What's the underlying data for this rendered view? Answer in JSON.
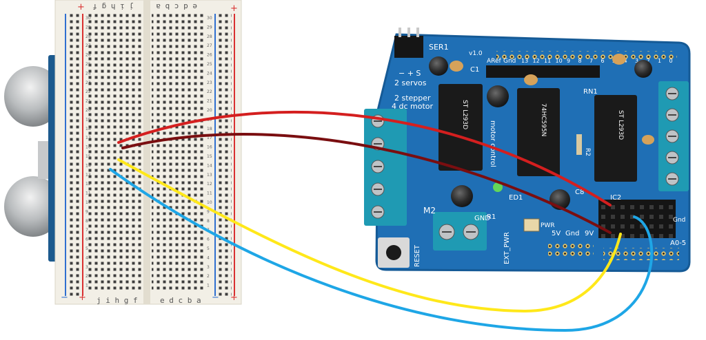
{
  "breadboard": {
    "letters_left": "j i h g f",
    "letters_right": "e d c b a",
    "row_numbers_top": [
      "30",
      "29",
      "28",
      "27",
      "26",
      "25",
      "24",
      "23",
      "22",
      "21",
      "20",
      "19",
      "18",
      "17",
      "16",
      "15",
      "14",
      "13",
      "12",
      "11",
      "10",
      "9",
      "8",
      "7",
      "6",
      "5",
      "4",
      "3",
      "2",
      "1"
    ],
    "plus": "+",
    "minus": "−"
  },
  "shield": {
    "ser1": "SER1",
    "version": "v1.0",
    "aref": "ARef",
    "gnd_top": "Gnd",
    "pins": [
      "13",
      "12",
      "11",
      "10",
      "9",
      "8",
      "7",
      "6",
      "5",
      "4",
      "3",
      "2",
      "1",
      "0"
    ],
    "servos_line": "2 servos",
    "steppers_line": "2 stepper",
    "dc_line": "4 dc motor",
    "plus_s": "− + S",
    "motor_control": "motor control",
    "c1": "C1",
    "rn1": "RN1",
    "ic2": "IC2",
    "ed1": "ED1",
    "m2": "M2",
    "r1": "R1",
    "gnd_mid": "GND",
    "reset": "RESET",
    "ext_pwr": "EXT_PWR",
    "pwr": "PWR",
    "rail_5v": "5V",
    "rail_gnd": "Gnd",
    "rail_9v": "9V",
    "a05": "A0-5",
    "gnd_right": "Gnd",
    "c8": "C8",
    "r2": "R2"
  },
  "chips": [
    {
      "label": "ST L293D"
    },
    {
      "label": "74HC595N"
    },
    {
      "label": "ST L293D"
    }
  ],
  "colors": {
    "pcb": "#1f6fb5",
    "pcb_dark": "#155a96",
    "breadboard": "#f2efe6",
    "wire_red": "#d41f1f",
    "wire_darkred": "#7a0e10",
    "wire_yellow": "#ffe81a",
    "wire_blue": "#1ea6e6",
    "rail_red": "#d93030",
    "rail_blue": "#2f6fd0"
  }
}
